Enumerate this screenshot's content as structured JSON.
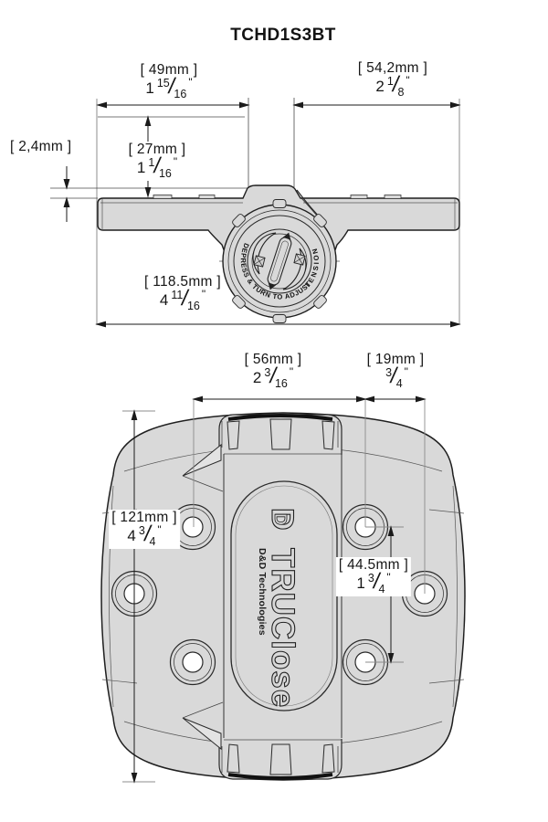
{
  "title": "TCHD1S3BT",
  "marks": {
    "slash": "/",
    "inch": "\""
  },
  "dimensions": {
    "gate_leaf_width": {
      "mm": "[ 49mm ]",
      "whole": "1",
      "num": "15",
      "den": "16"
    },
    "post_leaf_width": {
      "mm": "[ 54,2mm ]",
      "whole": "2",
      "num": "1",
      "den": "8"
    },
    "leaf_thickness": {
      "mm": "[ 2,4mm ]"
    },
    "body_height": {
      "mm": "[ 27mm ]",
      "whole": "1",
      "num": "1",
      "den": "16"
    },
    "overall_width": {
      "mm": "[ 118.5mm ]",
      "whole": "4",
      "num": "11",
      "den": "16"
    },
    "hole_span_width": {
      "mm": "[ 56mm ]",
      "whole": "2",
      "num": "3",
      "den": "16"
    },
    "hole_offset": {
      "mm": "[ 19mm ]",
      "whole": "",
      "num": "3",
      "den": "4"
    },
    "overall_height": {
      "mm": "[ 121mm ]",
      "whole": "4",
      "num": "3",
      "den": "4"
    },
    "hole_span_vertical": {
      "mm": "[ 44.5mm ]",
      "whole": "1",
      "num": "3",
      "den": "4"
    }
  },
  "dial": {
    "text_main": "DEPRESS & TURN TO ADJUST",
    "text_wrap": "TENSION"
  },
  "logo": {
    "mark": "D",
    "brand": "TRUClose",
    "company": "D&D Technologies"
  },
  "colors": {
    "body": "#d9d9d9",
    "outline": "#1f1f1f",
    "dim": "#1a1a1a",
    "ext": "#8c8c8c"
  }
}
